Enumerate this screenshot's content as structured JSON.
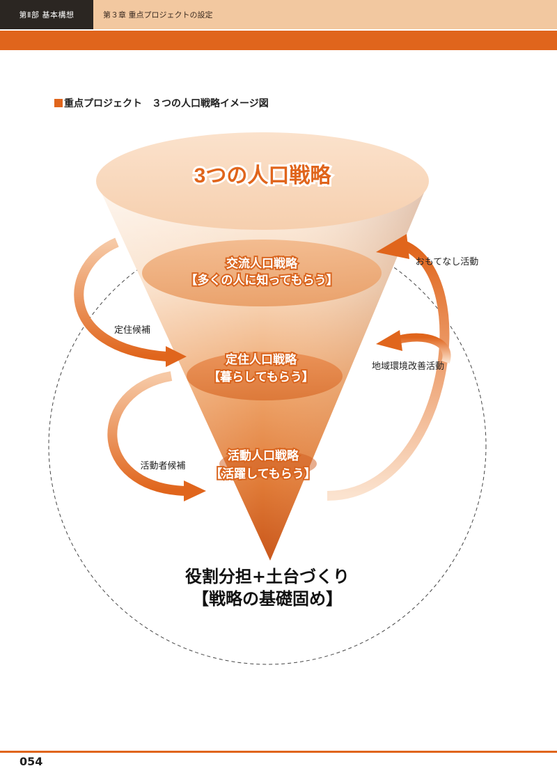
{
  "header": {
    "part_label": "第Ⅱ部 基本構想",
    "chapter_label": "第３章 重点プロジェクトの設定"
  },
  "section_title": "重点プロジェクト　３つの人口戦略イメージ図",
  "diagram": {
    "main_title": "3つの人口戦略",
    "levels": [
      {
        "line1": "交流人口戦略",
        "line2": "【多くの人に知ってもらう】"
      },
      {
        "line1": "定住人口戦略",
        "line2": "【暮らしてもらう】"
      },
      {
        "line1": "活動人口戦略",
        "line2": "【活躍してもらう】"
      }
    ],
    "arrow_labels": {
      "teijuu_kouho": "定住候補",
      "katsudousha_kouho": "活動者候補",
      "omotenashi": "おもてなし活動",
      "chiiki_kankyou": "地域環境改善活動"
    },
    "base_line1": "役割分担+土台づくり",
    "base_line2": "【戦略の基礎固め】",
    "colors": {
      "accent": "#e0651c",
      "cone_light": "#fbe6d4",
      "cone_dark": "#d9651f"
    }
  },
  "page_number": "054"
}
